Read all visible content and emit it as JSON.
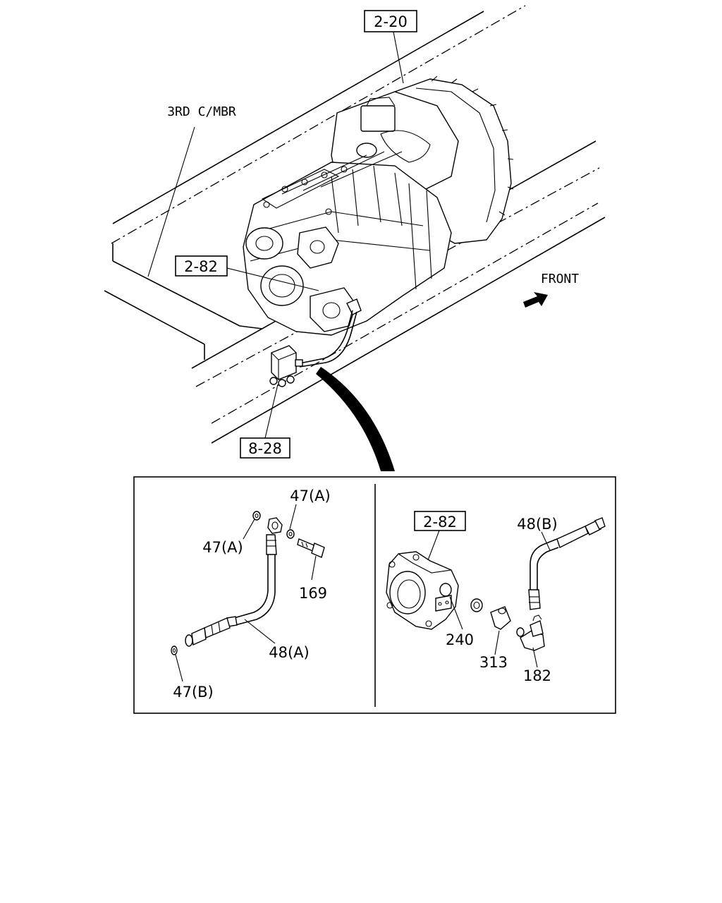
{
  "top_view": {
    "ref_transmission": "2-20",
    "member_label": "3RD C/MBR",
    "ref_pto": "2-82",
    "ref_valve": "8-28",
    "front_label": "FRONT"
  },
  "detail_left": {
    "washer_a_top": "47(A)",
    "washer_a_left": "47(A)",
    "bolt": "169",
    "hose_a": "48(A)",
    "washer_b": "47(B)"
  },
  "detail_right": {
    "ref_pto": "2-82",
    "hose_b": "48(B)",
    "washer": "240",
    "connector": "313",
    "elbow": "182"
  }
}
